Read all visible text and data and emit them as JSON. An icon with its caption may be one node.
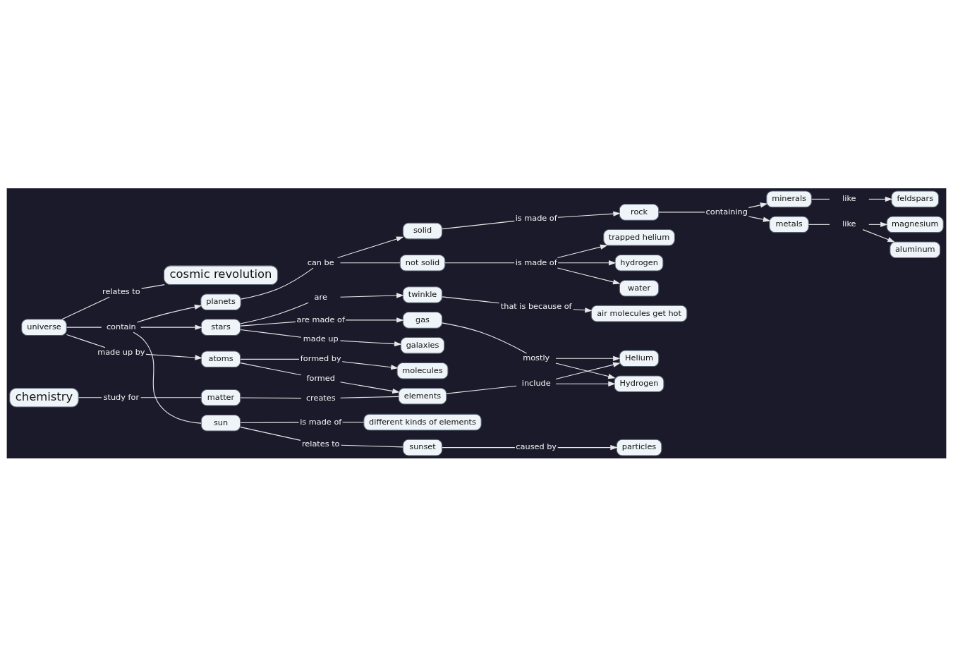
{
  "diagram": {
    "nodes": [
      {
        "text": [
          "cosmic revolution"
        ]
      },
      {
        "text": [
          "chemistry"
        ]
      },
      {
        "text": [
          "study for"
        ]
      },
      {
        "text": [
          "matter"
        ]
      },
      {
        "text": [
          "creates"
        ]
      },
      {
        "text": [
          "molecules"
        ]
      },
      {
        "text": [
          "elements"
        ]
      },
      {
        "text": [
          "formed"
        ]
      },
      {
        "text": [
          "relates to"
        ]
      },
      {
        "text": [
          "formed by"
        ]
      },
      {
        "text": [
          "Helium"
        ]
      },
      {
        "text": [
          "include"
        ]
      },
      {
        "text": [
          "atoms"
        ]
      },
      {
        "text": [
          "gas"
        ]
      },
      {
        "text": [
          "mostly"
        ]
      },
      {
        "text": [
          "Hydrogen"
        ]
      },
      {
        "text": [
          "are made of"
        ]
      },
      {
        "text": [
          "made up by"
        ]
      },
      {
        "text": [
          "stars"
        ]
      },
      {
        "text": [
          "made up"
        ]
      },
      {
        "text": [
          "galaxies"
        ]
      },
      {
        "text": [
          "are"
        ]
      },
      {
        "text": [
          "twinkle"
        ]
      },
      {
        "text": [
          "that is because of"
        ]
      },
      {
        "text": [
          "air molecules get hot"
        ]
      },
      {
        "text": [
          "universe"
        ]
      },
      {
        "text": [
          "contain"
        ]
      },
      {
        "text": [
          "planets"
        ]
      },
      {
        "text": [
          "can be"
        ]
      },
      {
        "text": [
          "solid"
        ]
      },
      {
        "text": [
          "is made of"
        ]
      },
      {
        "text": [
          "minerals"
        ]
      },
      {
        "text": [
          "like"
        ]
      },
      {
        "text": [
          "feldspars"
        ]
      },
      {
        "text": [
          "rock"
        ]
      },
      {
        "text": [
          "containing"
        ]
      },
      {
        "text": [
          "metals"
        ]
      },
      {
        "text": [
          "like"
        ]
      },
      {
        "text": [
          "magnesium"
        ]
      },
      {
        "text": [
          "aluminum"
        ]
      },
      {
        "text": [
          "trapped helium"
        ]
      },
      {
        "text": [
          "sun"
        ]
      },
      {
        "text": [
          "not solid"
        ]
      },
      {
        "text": [
          "is made of"
        ]
      },
      {
        "text": [
          "hydrogen"
        ]
      },
      {
        "text": [
          "is made of"
        ]
      },
      {
        "text": [
          "water"
        ]
      },
      {
        "text": [
          "relates to"
        ]
      },
      {
        "text": [
          "different kinds of elements"
        ]
      },
      {
        "text": [
          "sunset"
        ]
      },
      {
        "text": [
          "caused by"
        ]
      },
      {
        "text": [
          "particles"
        ]
      }
    ],
    "edges": [
      {
        "from": 25,
        "to": 8,
        "arrow": "none"
      },
      {
        "from": 8,
        "to": 0,
        "arrow": "none"
      },
      {
        "from": 1,
        "to": 2,
        "arrow": "none"
      },
      {
        "from": 2,
        "to": 3,
        "arrow": "none"
      },
      {
        "from": 3,
        "to": 4,
        "arrow": "none"
      },
      {
        "from": 4,
        "to": 6,
        "arrow": "none"
      },
      {
        "from": 6,
        "to": 11,
        "arrow": "none"
      },
      {
        "from": 11,
        "to": 10,
        "arrow": "to"
      },
      {
        "from": 11,
        "to": 15,
        "arrow": "to"
      },
      {
        "from": 25,
        "to": 17,
        "arrow": "none"
      },
      {
        "from": 17,
        "to": 12,
        "arrow": "to"
      },
      {
        "from": 12,
        "to": 9,
        "arrow": "none"
      },
      {
        "from": 9,
        "to": 5,
        "arrow": "to"
      },
      {
        "from": 12,
        "to": 7,
        "arrow": "none"
      },
      {
        "from": 7,
        "to": 6,
        "arrow": "to"
      },
      {
        "from": 25,
        "to": 26,
        "arrow": "none"
      },
      {
        "from": 26,
        "to": 18,
        "arrow": "to"
      },
      {
        "from": 26,
        "to": 27,
        "arrow": "to"
      },
      {
        "from": 26,
        "to": 41,
        "arrow": "none"
      },
      {
        "from": 18,
        "to": 16,
        "arrow": "none"
      },
      {
        "from": 16,
        "to": 13,
        "arrow": "to"
      },
      {
        "from": 13,
        "to": 14,
        "arrow": "none"
      },
      {
        "from": 14,
        "to": 10,
        "arrow": "to"
      },
      {
        "from": 14,
        "to": 15,
        "arrow": "to"
      },
      {
        "from": 18,
        "to": 19,
        "arrow": "none"
      },
      {
        "from": 19,
        "to": 20,
        "arrow": "to"
      },
      {
        "from": 18,
        "to": 21,
        "arrow": "none"
      },
      {
        "from": 21,
        "to": 22,
        "arrow": "to"
      },
      {
        "from": 22,
        "to": 23,
        "arrow": "none"
      },
      {
        "from": 23,
        "to": 24,
        "arrow": "to"
      },
      {
        "from": 27,
        "to": 28,
        "arrow": "none"
      },
      {
        "from": 28,
        "to": 29,
        "arrow": "to"
      },
      {
        "from": 28,
        "to": 42,
        "arrow": "none"
      },
      {
        "from": 29,
        "to": 30,
        "arrow": "none"
      },
      {
        "from": 30,
        "to": 34,
        "arrow": "to"
      },
      {
        "from": 34,
        "to": 35,
        "arrow": "none"
      },
      {
        "from": 35,
        "to": 31,
        "arrow": "to"
      },
      {
        "from": 35,
        "to": 36,
        "arrow": "to"
      },
      {
        "from": 31,
        "to": 32,
        "arrow": "none"
      },
      {
        "from": 32,
        "to": 33,
        "arrow": "to"
      },
      {
        "from": 36,
        "to": 37,
        "arrow": "none"
      },
      {
        "from": 37,
        "to": 38,
        "arrow": "to"
      },
      {
        "from": 37,
        "to": 39,
        "arrow": "to"
      },
      {
        "from": 42,
        "to": 43,
        "arrow": "none"
      },
      {
        "from": 43,
        "to": 40,
        "arrow": "to"
      },
      {
        "from": 43,
        "to": 44,
        "arrow": "to"
      },
      {
        "from": 43,
        "to": 46,
        "arrow": "to"
      },
      {
        "from": 41,
        "to": 45,
        "arrow": "none"
      },
      {
        "from": 45,
        "to": 48,
        "arrow": "none"
      },
      {
        "from": 41,
        "to": 47,
        "arrow": "none"
      },
      {
        "from": 47,
        "to": 49,
        "arrow": "none"
      },
      {
        "from": 49,
        "to": 50,
        "arrow": "none"
      },
      {
        "from": 50,
        "to": 51,
        "arrow": "to"
      }
    ]
  }
}
